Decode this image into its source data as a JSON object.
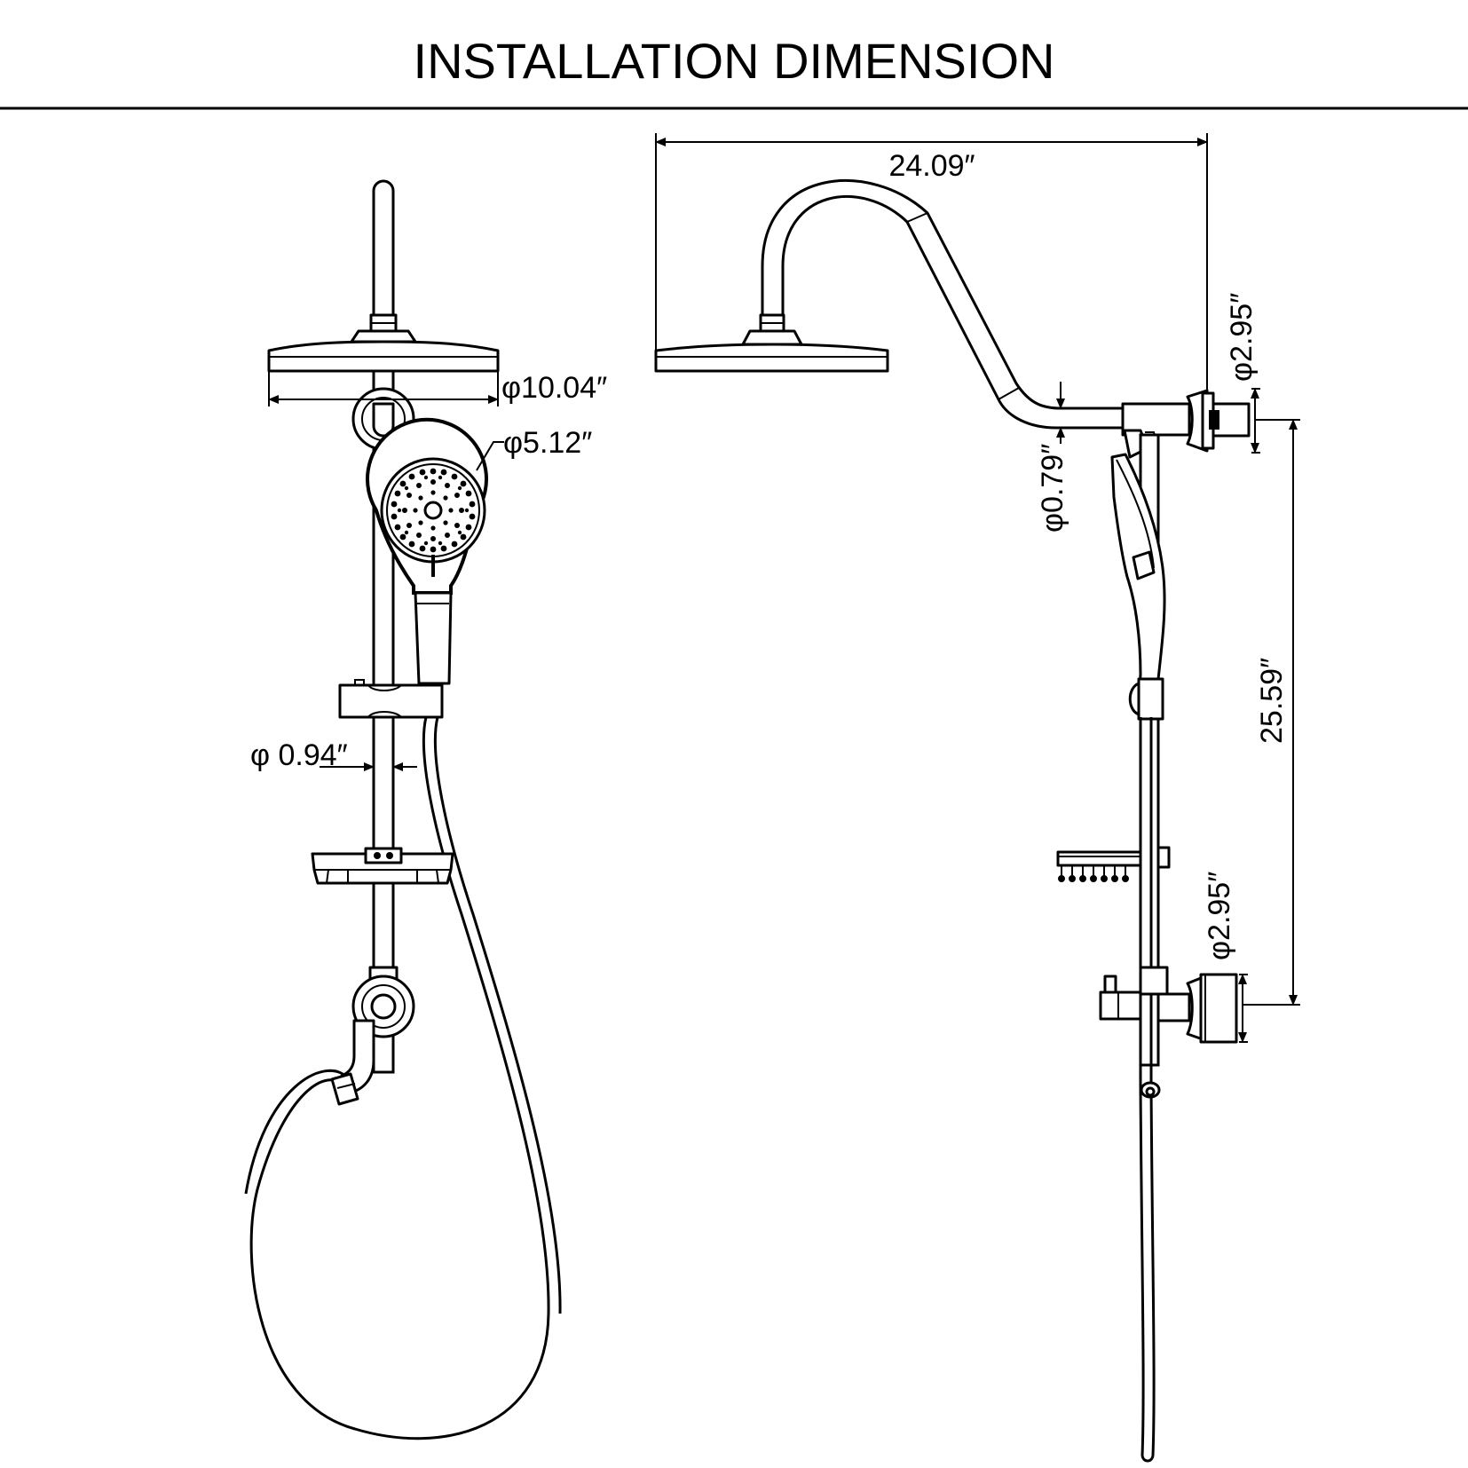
{
  "title": "INSTALLATION DIMENSION",
  "dimensions": {
    "rain_head_diameter": "φ10.04″",
    "hand_shower_diameter": "φ5.12″",
    "rod_diameter": "φ 0.94″",
    "arm_reach": "24.09″",
    "top_flange_diameter": "φ2.95″",
    "arm_diameter": "φ0.79″",
    "inlet_spacing": "25.59″",
    "bottom_flange_diameter": "φ2.95″"
  }
}
